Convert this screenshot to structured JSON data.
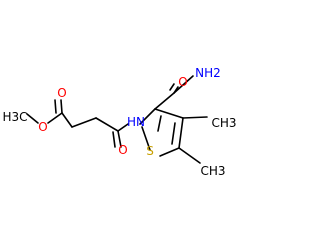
{
  "colors": {
    "background": "#ffffff",
    "bond": "#000000",
    "carbon": "#000000",
    "oxygen": "#ff0000",
    "nitrogen": "#0000ff",
    "sulfur": "#c8a000"
  },
  "labels": {
    "nh2": "NH2",
    "o_amide_top": "O",
    "hn": "HN",
    "me4": "CH3",
    "me5": "CH3",
    "sulfur": "S",
    "o_amide_low": "O",
    "o_ester_carbonyl": "O",
    "o_ester": "O",
    "methoxy": "H3C"
  }
}
